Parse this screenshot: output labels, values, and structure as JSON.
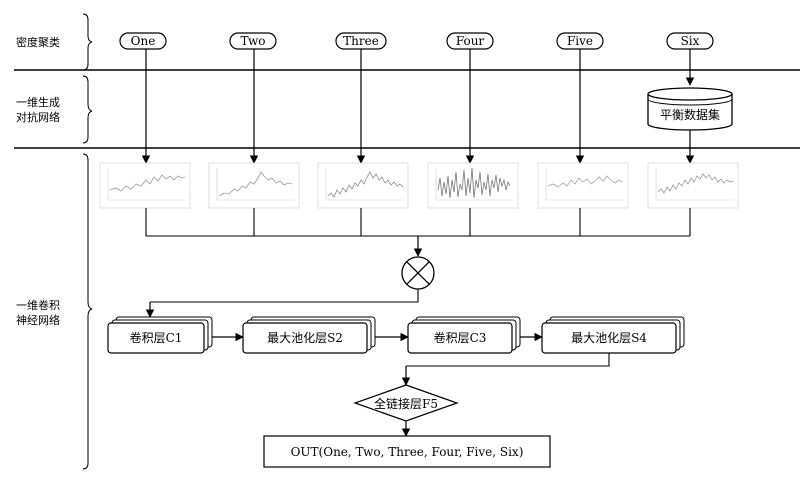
{
  "sections": {
    "clustering": "密度聚类",
    "gan_line1": "一维生成",
    "gan_line2": "对抗网络",
    "cnn_line1": "一维卷积",
    "cnn_line2": "神经网络"
  },
  "clusters": [
    {
      "label": "One"
    },
    {
      "label": "Two"
    },
    {
      "label": "Three"
    },
    {
      "label": "Four"
    },
    {
      "label": "Five"
    },
    {
      "label": "Six"
    }
  ],
  "balanced_dataset": "平衡数据集",
  "cnn_layers": [
    {
      "label": "卷积层C1"
    },
    {
      "label": "最大池化层S2"
    },
    {
      "label": "卷积层C3"
    },
    {
      "label": "最大池化层S4"
    }
  ],
  "fully_connected": "全链接层F5",
  "output": "OUT(One, Two, Three, Four, Five, Six)",
  "colors": {
    "line": "#000000",
    "thumb_line": "#9a9a9a",
    "thumb_dense": "#777777"
  },
  "icons": {
    "combine": "multiply-circle-icon",
    "dataset": "database-cylinder-icon"
  }
}
